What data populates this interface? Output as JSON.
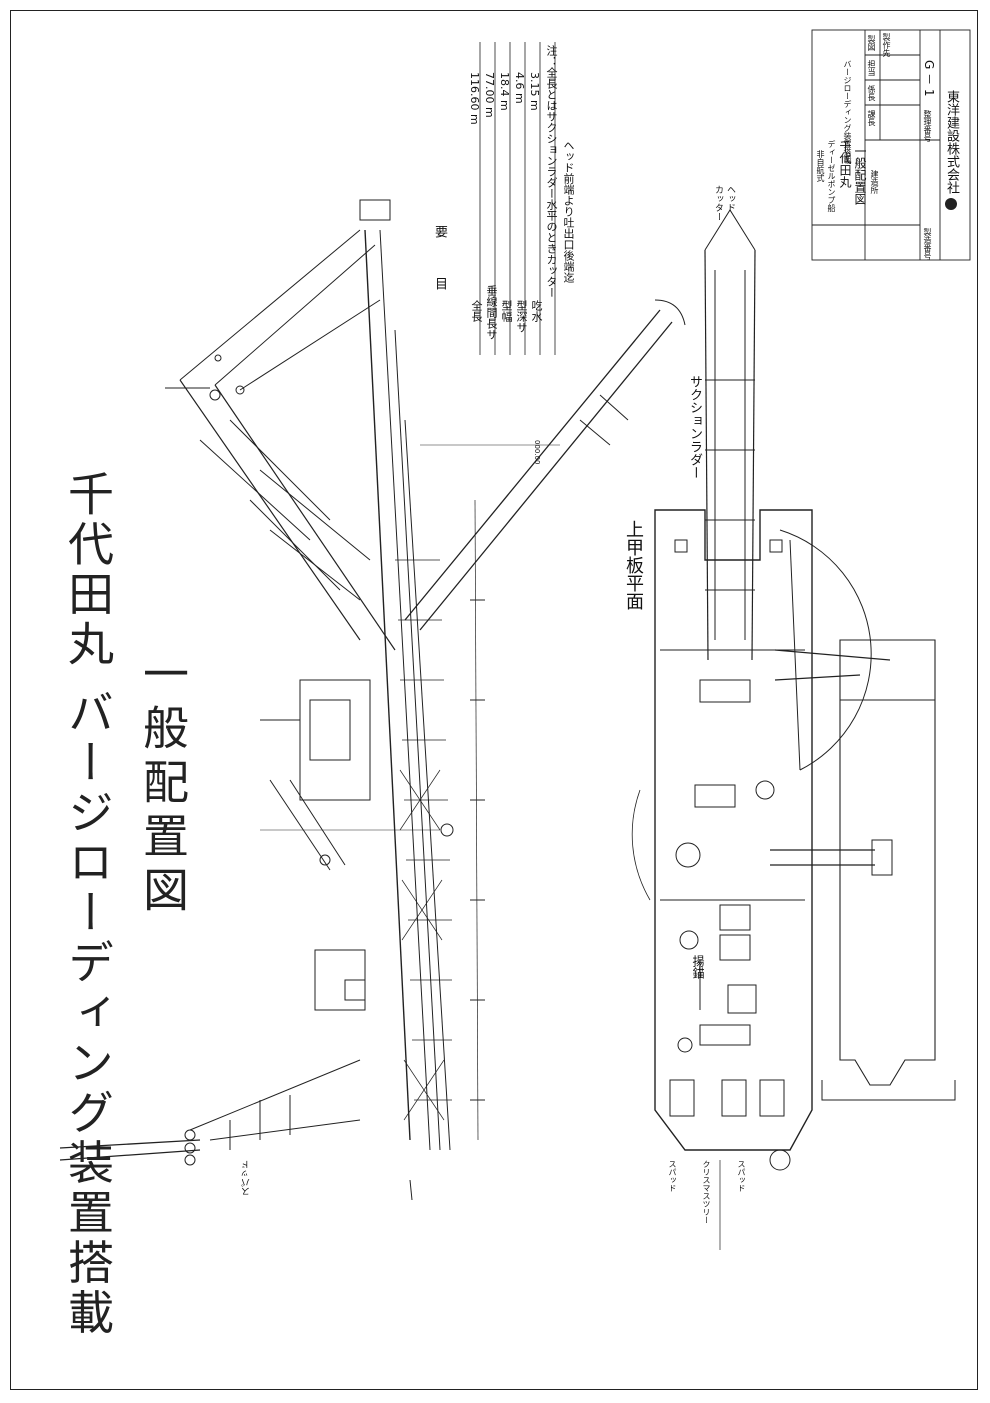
{
  "title": {
    "line1": "千代田丸 バージローディング装置搭載",
    "line2": "一般配置図"
  },
  "specs": {
    "heading": "要　　　目",
    "rows": [
      {
        "label": "全長",
        "value": "116.60 m"
      },
      {
        "label": "垂線間長サ",
        "value": "77.00 m"
      },
      {
        "label": "型幅",
        "value": "18.4 m"
      },
      {
        "label": "型深サ",
        "value": "4.6 m"
      },
      {
        "label": "吃水",
        "value": "3.15 m"
      }
    ],
    "note_line1": "注：全長とはサクションラダー水平のときカッター",
    "note_line2": "ヘッド前端より吐出口後端迄"
  },
  "labels": {
    "upper_deck_plan": "上甲板平面",
    "suction_ladder": "サクションラダー",
    "cutter_head_1": "カッター",
    "cutter_head_2": "ヘッド",
    "spud_side": "スパッド",
    "dim_label": "000.00",
    "spud_1": "スパッド",
    "christmas_tree": "クリスマスツリー",
    "spud_2": "スパッド",
    "winch_label": "揚錨"
  },
  "title_block": {
    "type_line": "非自航式",
    "ship_type": "ディーゼルポンプ船",
    "ship_name": "千代田丸",
    "equipment": "バージローディング装置搭載",
    "drawing_title": "一般配置図",
    "shipyard_label": "建造所",
    "approver_labels": [
      "課長",
      "係長",
      "担当",
      "製図",
      "製作先"
    ],
    "drawing_no_label": "製造番号",
    "mgmt_no_label": "整理番号",
    "drawing_code": "G － 1",
    "company": "東洋建設株式会社"
  },
  "colors": {
    "line": "#222222",
    "paper": "#ffffff"
  }
}
